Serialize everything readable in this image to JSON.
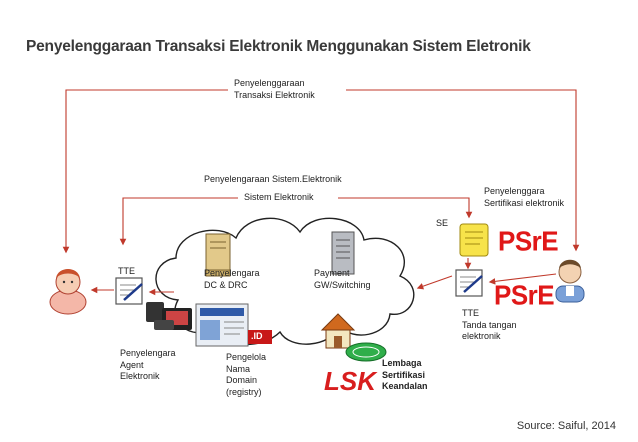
{
  "title": "Penyelenggaraan Transaksi Elektronik Menggunakan Sistem Eletronik",
  "labels": {
    "pte": "Penyelenggaraan\nTransaksi Elektronik",
    "pse": "Penyelengaraan Sistem.Elektronik",
    "sistem": "Sistem Elektronik",
    "psre_org": "Penyelenggara\nSertifikasi elektronik",
    "se": "SE",
    "tte_left": "TTE",
    "tte_right": "TTE\nTanda tangan\nelektronik",
    "dc": "Penyelengara\nDC & DRC",
    "payment": "Payment\nGW/Switching",
    "agent": "Penyelengara\nAgent\nElektronik",
    "domain": "Pengelola\nNama\nDomain\n(registry)",
    "lsk_name": "Lembaga\nSertifikasi\nKeandalan"
  },
  "logos": {
    "psre_top": "PSrE",
    "psre_bottom": "PSrE",
    "lsk": "LSK",
    "id_domain": ".ID"
  },
  "source": "Source: Saiful, 2014",
  "colors": {
    "arrow": "#c0392b",
    "title": "#3a3a3a",
    "psre": "#e01818",
    "lsk": "#d81e1e"
  }
}
